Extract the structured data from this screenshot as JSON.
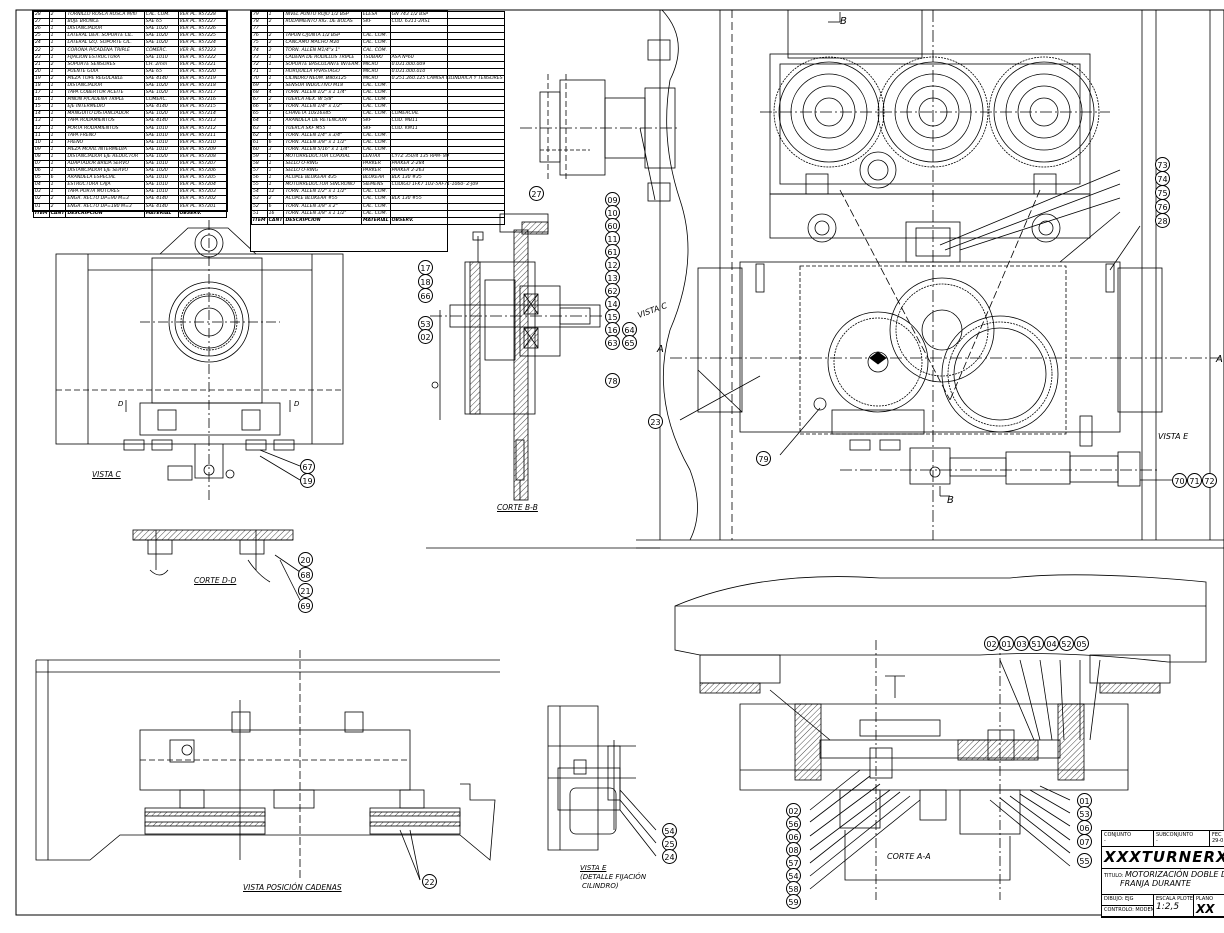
{
  "bom_left": {
    "header": [
      "ITEM",
      "CANT",
      "DESCRIPCION",
      "MATERIAL",
      "OBSERV."
    ],
    "rows": [
      [
        "28",
        "2",
        "TORNILLO ROSCA ROSCA M/fil",
        "CAL. COM.",
        "VER PL. 957228"
      ],
      [
        "27",
        "1",
        "BUJE BRONCE",
        "SAE 65",
        "VER PL. 957227"
      ],
      [
        "26",
        "1",
        "DISTANCIADOR",
        "SAE 1020",
        "VER PL. 957226"
      ],
      [
        "25",
        "1",
        "LATERAL DER. SOPORTE CIL.",
        "SAE 1020",
        "VER PL. 957225"
      ],
      [
        "24",
        "1",
        "LATERAL IZQ. SOPORTE CIL.",
        "SAE 1020",
        "VER PL. 957224"
      ],
      [
        "22",
        "2",
        "CORONA P/CADENA TRIPLE",
        "COMERC.",
        "VER PL. 957223"
      ],
      [
        "23",
        "1",
        "FIJACION ESTRUCTURA",
        "SAE 1010",
        "VER PL. 957222"
      ],
      [
        "21",
        "2",
        "SOPORTE SENSORES",
        "CH. 2mm",
        "VER PL. 957221"
      ],
      [
        "20",
        "1",
        "PUENTE GUIA",
        "SAE 65",
        "VER PL. 957220"
      ],
      [
        "19",
        "2",
        "PIEZA TOPE REGULABLE",
        "SAE 4140",
        "VER PL. 957219"
      ],
      [
        "18",
        "1",
        "DISTANCIADOR",
        "SAE 1020",
        "VER PL. 957218"
      ],
      [
        "17",
        "1",
        "TAPA COBERTOR ACEITE",
        "SAE 1020",
        "VER PL. 957217"
      ],
      [
        "16",
        "1",
        "PIÑON P/CADENA TRIPLE",
        "COMERC.",
        "VER PL. 957216"
      ],
      [
        "15",
        "1",
        "EJE INTERMEDIO",
        "SAE 4140",
        "VER PL. 957215"
      ],
      [
        "14",
        "1",
        "MANGUITO DISTANCIADOR",
        "SAE 1020",
        "VER PL. 957214"
      ],
      [
        "13",
        "1",
        "TAPA RODAMIENTOS",
        "SAE 4140",
        "VER PL. 957213"
      ],
      [
        "12",
        "1",
        "PORTA RODAMIENTOS",
        "SAE 1010",
        "VER PL. 957212"
      ],
      [
        "11",
        "1",
        "TAPA FRENO",
        "SAE 1010",
        "VER PL. 957211"
      ],
      [
        "10",
        "1",
        "FRENO",
        "SAE 1010",
        "VER PL. 957210"
      ],
      [
        "09",
        "1",
        "PIEZA MOVIL INTERMEDIA",
        "SAE 1010",
        "VER PL. 957209"
      ],
      [
        "08",
        "1",
        "DISTANCIADOR EJE REDUCTOR",
        "SAE 1020",
        "VER PL. 957208"
      ],
      [
        "07",
        "1",
        "ADAPTADOR BRIDA SERVO",
        "SAE 1010",
        "VER PL. 957207"
      ],
      [
        "06",
        "1",
        "DISTANCIADOR EJE SERVO",
        "SAE 1020",
        "VER PL. 957206"
      ],
      [
        "05",
        "6",
        "ARANDELA ESPECIAL",
        "SAE 1010",
        "VER PL. 957205"
      ],
      [
        "04",
        "1",
        "ESTRUCTURA CAJA",
        "SAE 1010",
        "VER PL. 957204"
      ],
      [
        "03",
        "1",
        "TAPA PORTA MOTORES",
        "SAE 1010",
        "VER PL. 957203"
      ],
      [
        "02",
        "2",
        "ENGR. RECTO DP=90 M=3",
        "SAE 4140",
        "VER PL. 957202"
      ],
      [
        "01",
        "2",
        "ENGR. RECTO DP=180 M=3",
        "SAE 4140",
        "VER PL. 957201"
      ]
    ]
  },
  "bom_right": {
    "header": [
      "ITEM",
      "CANT",
      "DESCRIPCION",
      "MATERIAL",
      "OBSERV."
    ],
    "rows": [
      [
        "79",
        "1",
        "NIVEL PUNTO ROJO 1/2 BSP",
        "ELESA",
        "GN 743 1/2 BSP"
      ],
      [
        "78",
        "2",
        "RODAMIENTO RIG. DE BOLAS",
        "SKF",
        "COD. 6311-2RS1"
      ],
      [
        "77",
        "",
        "",
        "",
        ""
      ],
      [
        "76",
        "2",
        "TAPON C/JUNTA 1/2 BSP",
        "CAL. COM.",
        ""
      ],
      [
        "75",
        "2",
        "CANCAMO MACHO M20",
        "CAL. COM.",
        ""
      ],
      [
        "74",
        "2",
        "TORN. ALLEN M1/4\"x 1\"",
        "CAL. COM.",
        ""
      ],
      [
        "73",
        "1",
        "CADENA DE RODILLOS TRIPLE",
        "TSUBAKI",
        "ASA Nº60"
      ],
      [
        "72",
        "1",
        "SOPORTE BASCULANTE INTERM.",
        "MICRO",
        "0.031.000.009"
      ],
      [
        "71",
        "1",
        "HORQUILLA P/VASTAGO",
        "MICRO",
        "0.031.000.010"
      ],
      [
        "70",
        "1",
        "CILINDRO NEUM. Ø80x125",
        "MICRO",
        "0.251.260.125 CAMISA CILINDRICA Y TENSORES"
      ],
      [
        "69",
        "2",
        "SENSOR INDUCTIVO M18",
        "CAL. COM.",
        ""
      ],
      [
        "68",
        "4",
        "TORN. ALLEN 1/2\" x 1 1/4\"",
        "CAL. COM.",
        ""
      ],
      [
        "67",
        "2",
        "TUERCA HEX. W 5/8\"",
        "CAL. COM.",
        ""
      ],
      [
        "66",
        "8",
        "TORN. ALLEN 1/4\" x 1/2\"",
        "CAL. COM.",
        ""
      ],
      [
        "65",
        "1",
        "CHAVETA 10x16x45",
        "CAL. COM.",
        "COMERCIAL"
      ],
      [
        "64",
        "1",
        "ARANDELA DE RETENCION",
        "SKF",
        "COD. MB11"
      ],
      [
        "63",
        "1",
        "TUERCA SKF M55",
        "SKF",
        "COD. KM11"
      ],
      [
        "62",
        "4",
        "TORN. ALLEN 1/4\" x 3/4\"",
        "CAL. COM.",
        ""
      ],
      [
        "61",
        "6",
        "TORN. ALLEN 3/8\" x 1 1/2\"",
        "CAL. COM.",
        ""
      ],
      [
        "60",
        "3",
        "TORN. ALLEN 5/16\" x 1 1/4\"",
        "CAL. COM.",
        ""
      ],
      [
        "59",
        "1",
        "MOTORREDUCTOR COAXIAL",
        "LENTAX",
        "CYTZ 350/4 135 RPM- 89"
      ],
      [
        "58",
        "1",
        "SELLO O-RING",
        "PARKER",
        "PARKER 2-284"
      ],
      [
        "57",
        "1",
        "SELLO O-RING",
        "PARKER",
        "PARKER 2-263"
      ],
      [
        "56",
        "1",
        "ACOPLE BLOKEAR 435",
        "BLOKEAR",
        "BLK 130 #35"
      ],
      [
        "55",
        "1",
        "MOTORREDUCTOR SINCRONO",
        "SIEMENS",
        "CODIGO 1FK7 103-5AF71-1060- Z-J09"
      ],
      [
        "54",
        "12",
        "TORN. ALLEN 1/2\" x 1 1/2\"",
        "CAL. COM.",
        ""
      ],
      [
        "53",
        "2",
        "ACOPLE BLOKEAR #55",
        "CAL. COM.",
        "BLK 130 #55"
      ],
      [
        "52",
        "6",
        "TORN. ALLEN 3/8\" x 2\"",
        "CAL. COM.",
        ""
      ],
      [
        "51",
        "16",
        "TORN. ALLEN 3/8\" x 1 1/2\"",
        "CAL. COM.",
        ""
      ]
    ]
  },
  "view_labels": {
    "vista_c_left": "VISTA C",
    "corte_dd": "CORTE D-D",
    "corte_bb": "CORTE B-B",
    "vista_c_mid": "VISTA C",
    "vista_posicion_cadenas": "VISTA POSICIÓN CADENAS",
    "vista_e_line1": "VISTA E",
    "vista_e_line2": "(DETALLE FIJACIÓN",
    "vista_e_line3": "CILINDRO)",
    "corte_aa": "CORTE A-A",
    "vista_e_right": "VISTA E"
  },
  "section_letters": {
    "b_top": "B",
    "b_bottom": "B",
    "a_left": "A",
    "a_right": "A",
    "d_left": "D",
    "d_right": "D"
  },
  "balloons": {
    "corte_bb": [
      "27",
      "09",
      "10",
      "60",
      "11",
      "61",
      "12",
      "13",
      "62",
      "14",
      "15",
      "16",
      "63",
      "64",
      "65",
      "17",
      "18",
      "66",
      "53",
      "02",
      "78"
    ],
    "vista_c": [
      "67",
      "19"
    ],
    "corte_dd": [
      "20",
      "68",
      "21",
      "69"
    ],
    "plan_right": [
      "73",
      "74",
      "75",
      "76",
      "28",
      "23",
      "79",
      "70",
      "71",
      "72"
    ],
    "vista_e": [
      "54",
      "25",
      "24"
    ],
    "cadenas": [
      "22"
    ],
    "corte_aa_top": [
      "02",
      "01",
      "03",
      "51",
      "04",
      "52",
      "05"
    ],
    "corte_aa_left": [
      "02",
      "56",
      "06",
      "08",
      "57",
      "54",
      "58",
      "59"
    ],
    "corte_aa_right": [
      "01",
      "53",
      "06",
      "07",
      "55"
    ]
  },
  "title_block": {
    "conjunto_label": "CONJUNTO",
    "subconjunto_label": "SUBCONJUNTO",
    "fecha_label": "FEC",
    "fecha_value": "29-0",
    "conjunto_value": "-",
    "subconjunto_value": "-",
    "company": "XXXTURNERXX",
    "titulo_label": "TITULO:",
    "titulo_line1": "MOTORIZACIÓN DOBLE D",
    "titulo_line2": "FRANJA DURANTE",
    "dibujo_label": "DIBUJO: EJG",
    "escala_label": "ESCALA PLOTEO",
    "escala_value": "1:2,5",
    "plano_label": "PLANO",
    "plano_value": "XX",
    "control_label": "CONTROLO: MODEMER"
  }
}
